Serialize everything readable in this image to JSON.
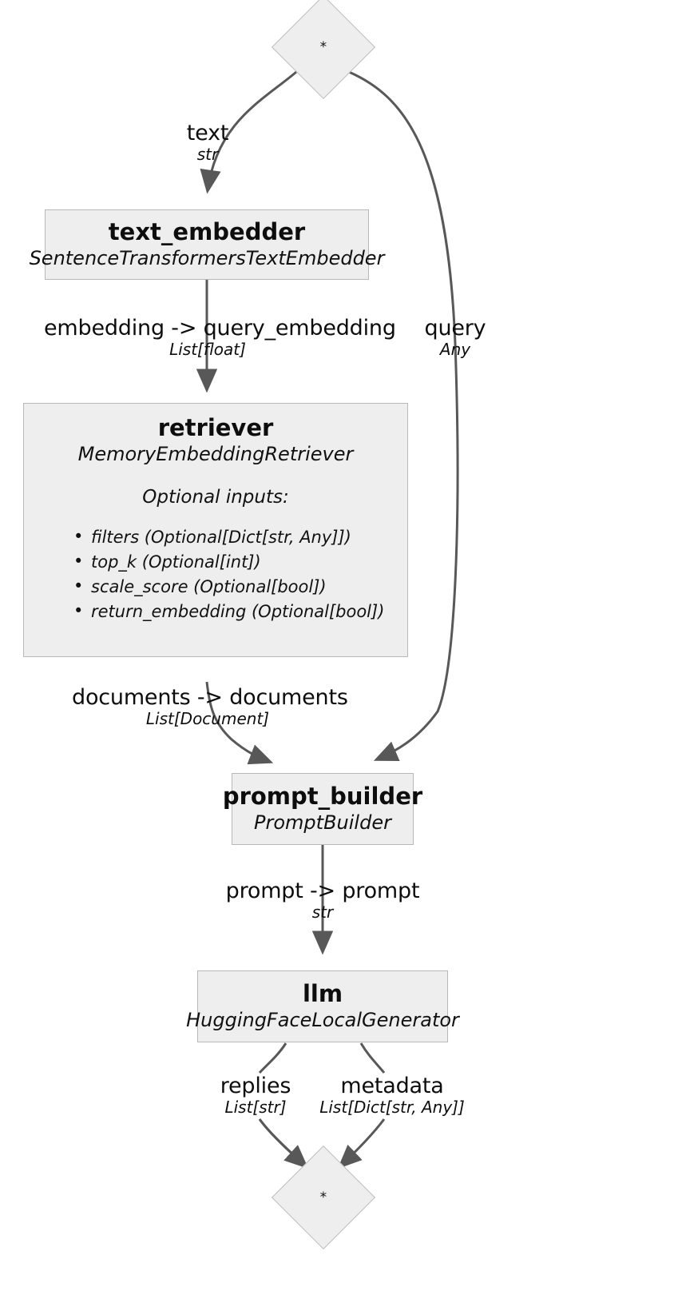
{
  "diagram": {
    "type": "pipeline-graph",
    "io_nodes": [
      {
        "id": "input",
        "label": "*"
      },
      {
        "id": "output",
        "label": "*"
      }
    ],
    "nodes": [
      {
        "id": "text_embedder",
        "name": "text_embedder",
        "type": "SentenceTransformersTextEmbedder"
      },
      {
        "id": "retriever",
        "name": "retriever",
        "type": "MemoryEmbeddingRetriever",
        "optional_title": "Optional inputs:",
        "optional_inputs": [
          "filters (Optional[Dict[str, Any]])",
          "top_k (Optional[int])",
          "scale_score (Optional[bool])",
          "return_embedding (Optional[bool])"
        ]
      },
      {
        "id": "prompt_builder",
        "name": "prompt_builder",
        "type": "PromptBuilder"
      },
      {
        "id": "llm",
        "name": "llm",
        "type": "HuggingFaceLocalGenerator"
      }
    ],
    "edges": [
      {
        "id": "e_text",
        "from": "input",
        "to": "text_embedder",
        "name": "text",
        "datatype": "str"
      },
      {
        "id": "e_embedding",
        "from": "text_embedder",
        "to": "retriever",
        "name": "embedding -> query_embedding",
        "datatype": "List[float]"
      },
      {
        "id": "e_query",
        "from": "input",
        "to": "prompt_builder",
        "name": "query",
        "datatype": "Any"
      },
      {
        "id": "e_documents",
        "from": "retriever",
        "to": "prompt_builder",
        "name": "documents -> documents",
        "datatype": "List[Document]"
      },
      {
        "id": "e_prompt",
        "from": "prompt_builder",
        "to": "llm",
        "name": "prompt -> prompt",
        "datatype": "str"
      },
      {
        "id": "e_replies",
        "from": "llm",
        "to": "output",
        "name": "replies",
        "datatype": "List[str]"
      },
      {
        "id": "e_metadata",
        "from": "llm",
        "to": "output",
        "name": "metadata",
        "datatype": "List[Dict[str, Any]]"
      }
    ],
    "colors": {
      "node_fill": "#eeeeee",
      "node_stroke": "#b8b8b8",
      "edge_stroke": "#585858",
      "text": "#0d0d0d",
      "background": "#ffffff"
    }
  }
}
